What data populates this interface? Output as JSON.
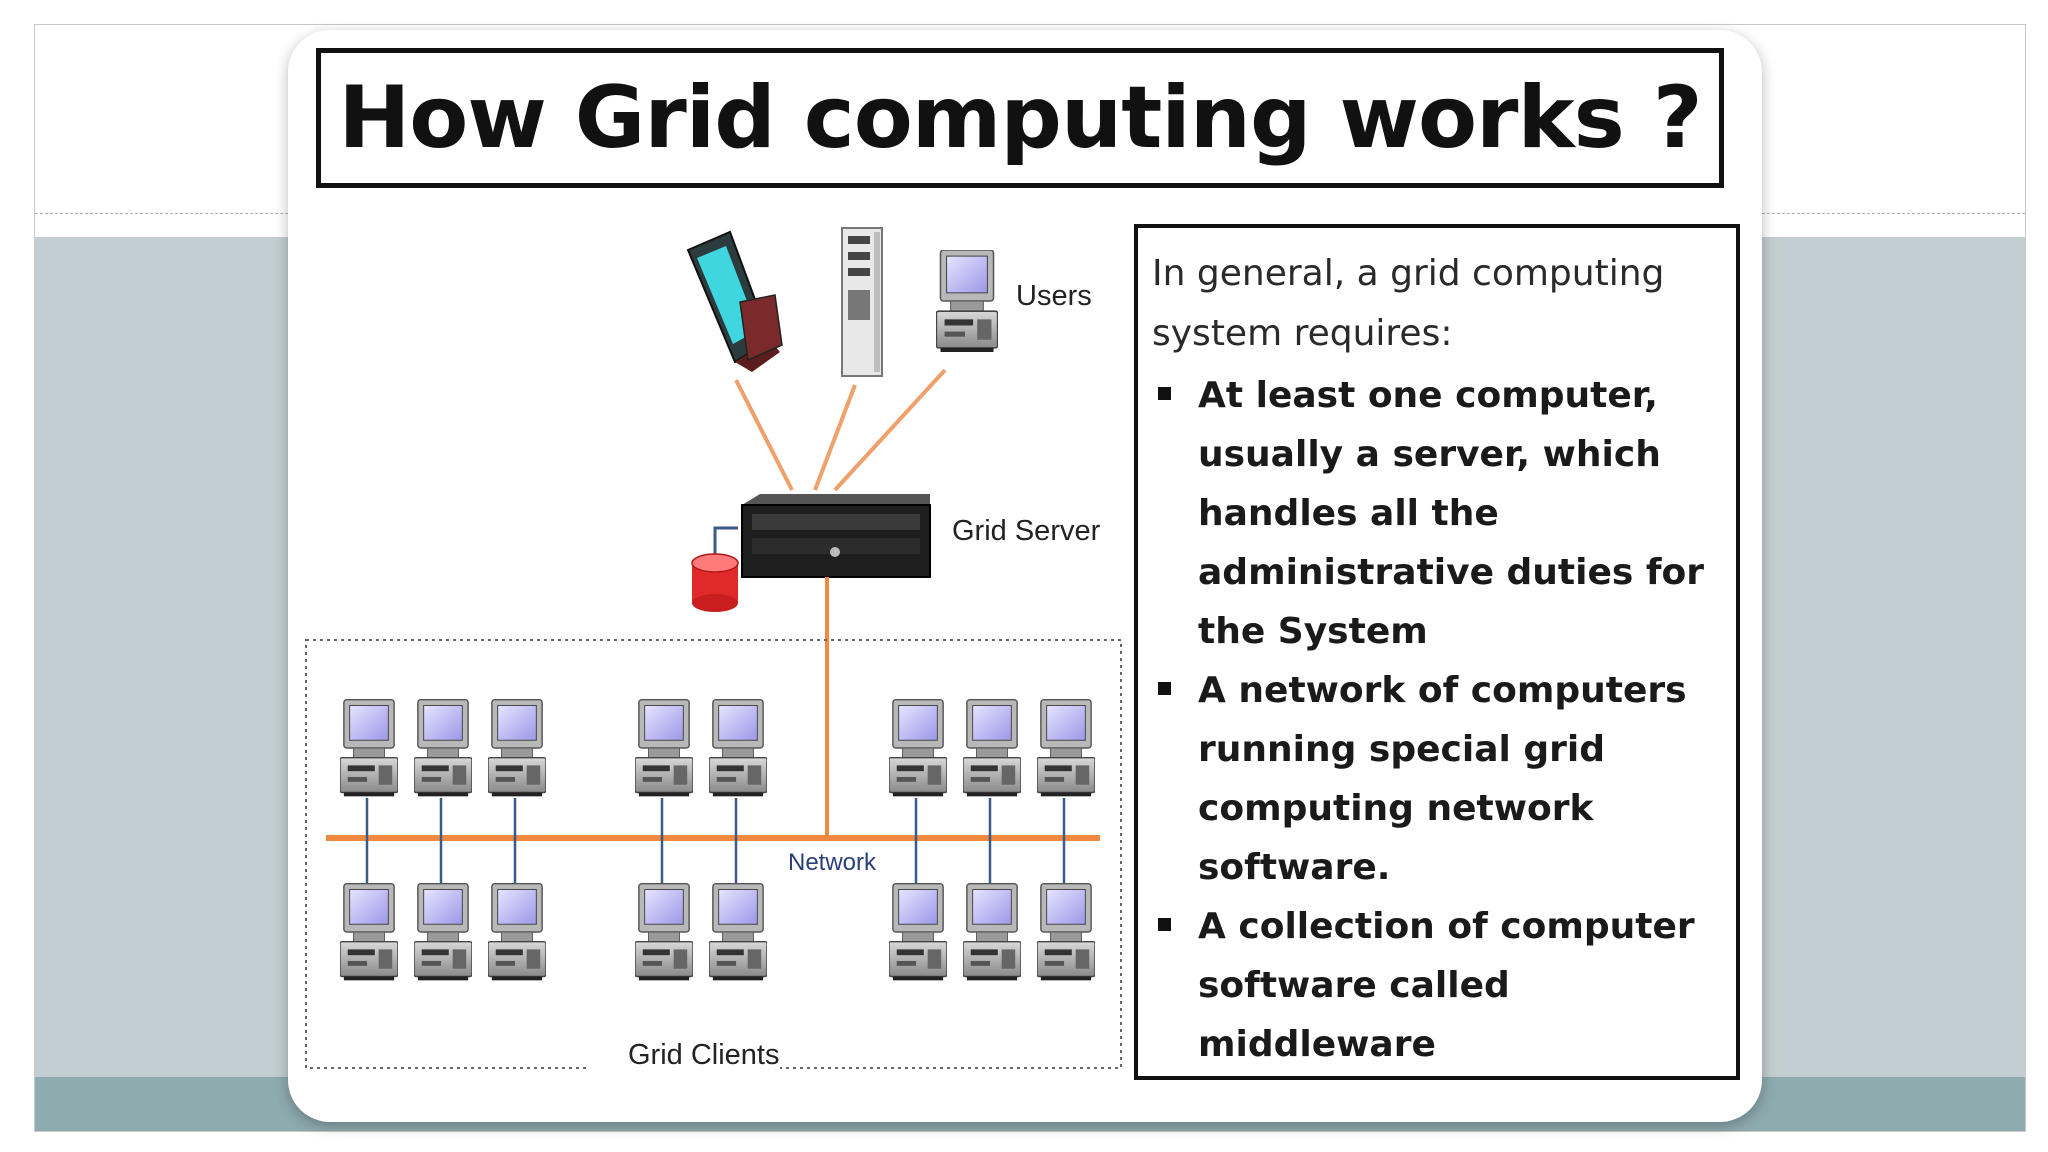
{
  "title": "How Grid computing works ?",
  "diagram": {
    "users_label": "Users",
    "server_label": "Grid Server",
    "network_label": "Network",
    "clients_label": "Grid Clients"
  },
  "text_box": {
    "intro_lines": [
      "In general, a grid computing",
      "system requires:"
    ],
    "bullets": [
      {
        "lines": [
          "At least one computer,",
          "usually a server, which",
          "handles all the",
          "administrative duties for",
          "the System"
        ]
      },
      {
        "lines": [
          " A network of computers",
          "running special grid",
          "computing network",
          "software."
        ]
      },
      {
        "lines": [
          " A collection of computer",
          "software called",
          "middleware"
        ]
      }
    ]
  },
  "colors": {
    "band": "#c2ced1",
    "bottom_band": "#8eabb0",
    "connector_orange": "#f0a06a",
    "network_bus": "#f08a40",
    "drop_line_blue": "#3a5a8c",
    "database_red": "#e02a2a"
  }
}
